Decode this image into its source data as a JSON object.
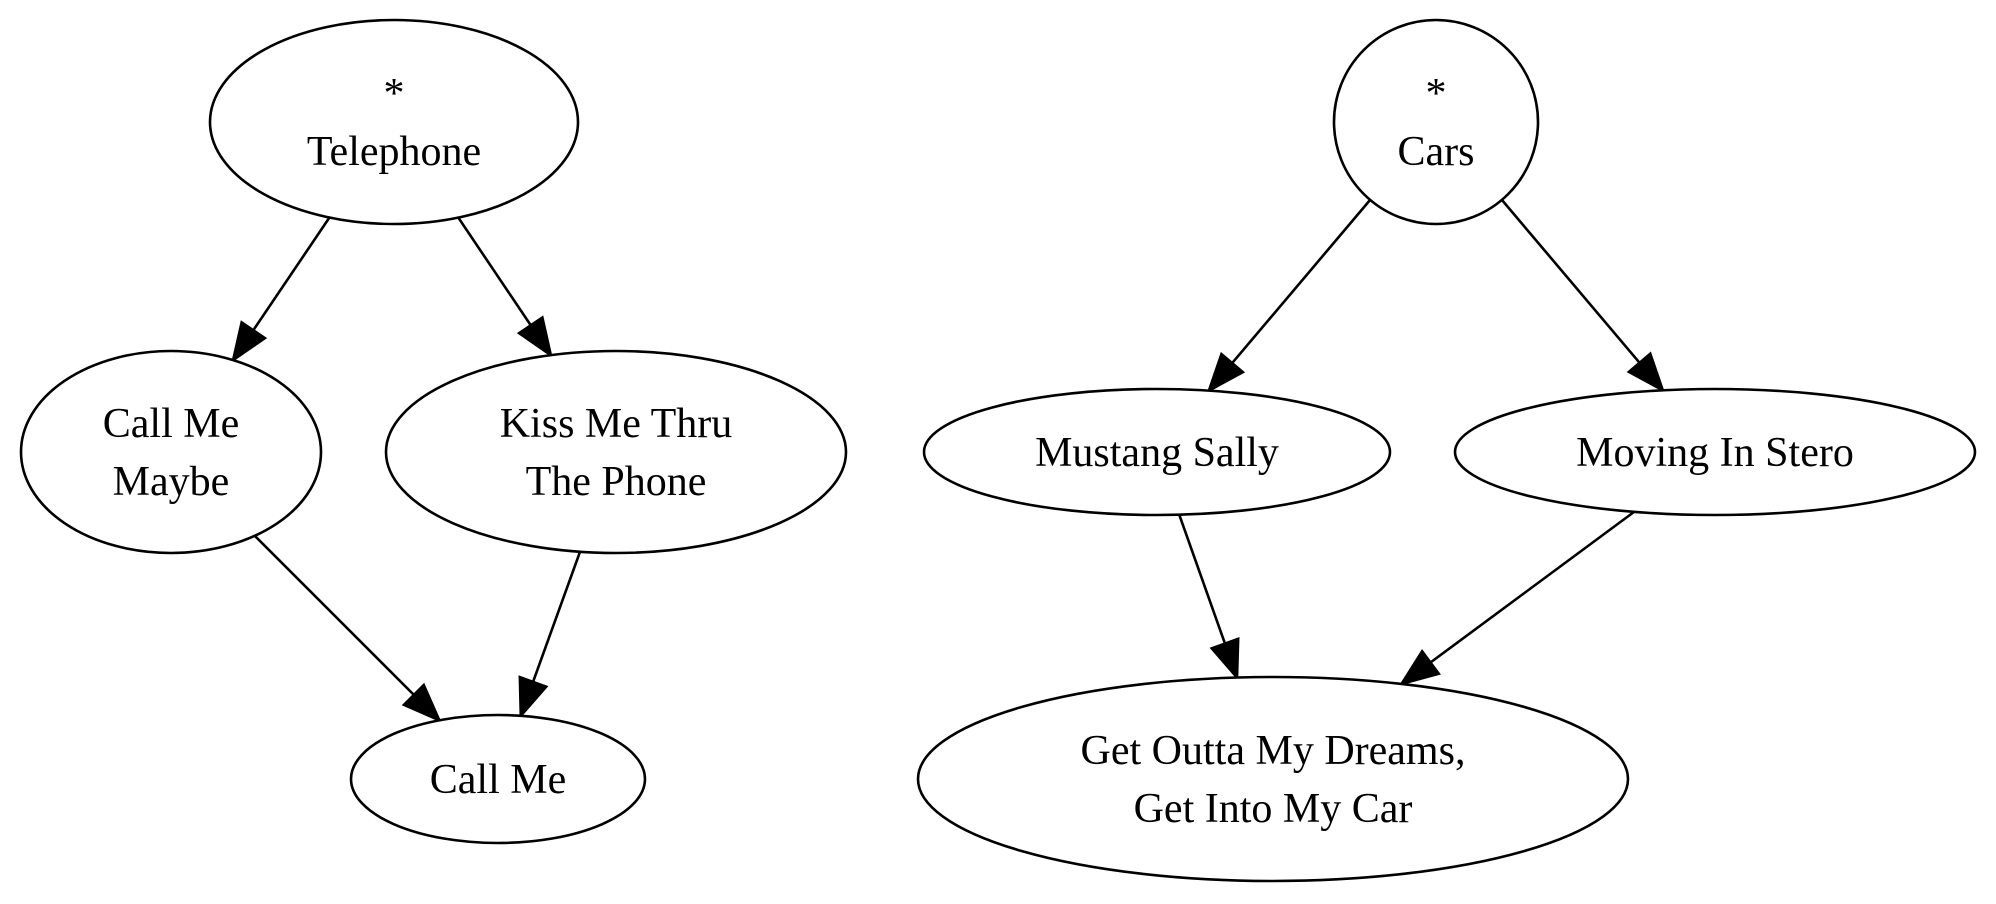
{
  "graphs": [
    {
      "nodes": {
        "telephone": {
          "lines": [
            "*",
            "Telephone"
          ]
        },
        "call_me_maybe": {
          "lines": [
            "Call Me",
            "Maybe"
          ]
        },
        "kiss_me_thru_the_phone": {
          "lines": [
            "Kiss Me Thru",
            "The Phone"
          ]
        },
        "call_me": {
          "lines": [
            "Call Me"
          ]
        }
      },
      "edges": [
        {
          "from": "telephone",
          "to": "call_me_maybe"
        },
        {
          "from": "telephone",
          "to": "kiss_me_thru_the_phone"
        },
        {
          "from": "call_me_maybe",
          "to": "call_me"
        },
        {
          "from": "kiss_me_thru_the_phone",
          "to": "call_me"
        }
      ]
    },
    {
      "nodes": {
        "cars": {
          "lines": [
            "*",
            "Cars"
          ]
        },
        "mustang_sally": {
          "lines": [
            "Mustang Sally"
          ]
        },
        "moving_in_stero": {
          "lines": [
            "Moving In Stero"
          ]
        },
        "get_outta_my_dreams": {
          "lines": [
            "Get Outta My Dreams,",
            "Get Into My Car"
          ]
        }
      },
      "edges": [
        {
          "from": "cars",
          "to": "mustang_sally"
        },
        {
          "from": "cars",
          "to": "moving_in_stero"
        },
        {
          "from": "mustang_sally",
          "to": "get_outta_my_dreams"
        },
        {
          "from": "moving_in_stero",
          "to": "get_outta_my_dreams"
        }
      ]
    }
  ]
}
